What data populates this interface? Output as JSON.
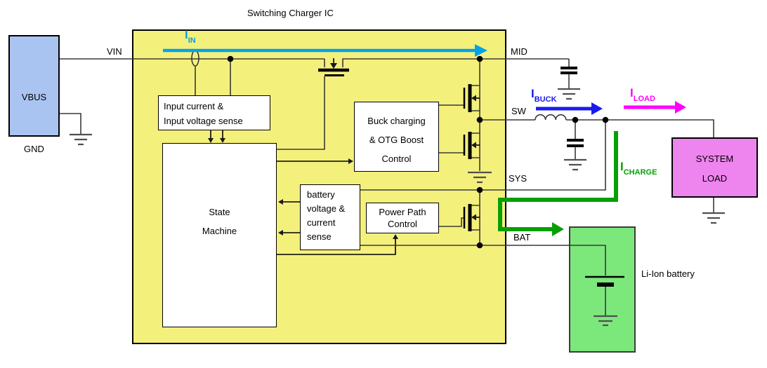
{
  "title": "Switching Charger IC",
  "colors": {
    "ic-fill": "#F4F07C",
    "source-fill": "#AAC4F2",
    "load-fill": "#EE84EE",
    "battery-fill": "#7CE87C",
    "iin": "#00A2E8",
    "ibuck": "#1A1AEE",
    "iload": "#FF00FF",
    "icharge": "#069F06",
    "wire": "#3A3A3A"
  },
  "source": {
    "pin_top": "VBUS",
    "pin_bottom": "GND"
  },
  "pins": {
    "vin": "VIN",
    "mid": "MID",
    "sw": "SW",
    "sys": "SYS",
    "bat": "BAT"
  },
  "ic": {
    "input_sense": {
      "lines": [
        "Input current &",
        "Input voltage sense"
      ]
    },
    "state_machine": {
      "lines": [
        "State",
        "Machine"
      ]
    },
    "buck_control": {
      "lines": [
        "Buck charging",
        "& OTG Boost",
        "Control"
      ]
    },
    "battery_sense": {
      "lines": [
        "battery",
        "voltage &",
        "current",
        "sense"
      ]
    },
    "power_path": {
      "lines": [
        "Power Path",
        "Control"
      ]
    }
  },
  "currents": {
    "iin": {
      "symbol": "I",
      "sub": "IN"
    },
    "ibuck": {
      "symbol": "I",
      "sub": "BUCK"
    },
    "iload": {
      "symbol": "I",
      "sub": "LOAD"
    },
    "icharge": {
      "symbol": "I",
      "sub": "CHARGE"
    }
  },
  "load": {
    "lines": [
      "SYSTEM",
      "LOAD"
    ]
  },
  "battery_label": "Li-Ion battery"
}
